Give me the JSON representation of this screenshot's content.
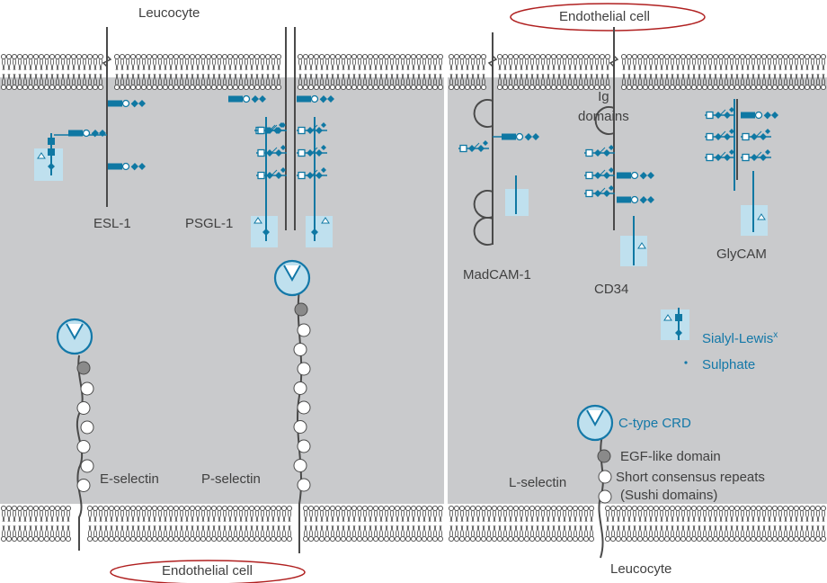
{
  "left_panel": {
    "top_label": "Leucocyte",
    "bottom_label": "Endothelial cell",
    "ligands": [
      "ESL-1",
      "PSGL-1"
    ],
    "selectins": [
      "E-selectin",
      "P-selectin"
    ]
  },
  "right_panel": {
    "top_label": "Endothelial cell",
    "bottom_label": "Leucocyte",
    "ig_domains_label": "Ig\ndomains",
    "ligands": [
      "MadCAM-1",
      "CD34",
      "GlyCAM"
    ],
    "selectin": "L-selectin",
    "legend": {
      "sialyl_lewis": "Sialyl-Lewis",
      "sialyl_lewis_sup": "x",
      "sulphate": "Sulphate",
      "ctype_crd": "C-type CRD",
      "egf_domain": "EGF-like domain",
      "scr_line1": "Short consensus repeats",
      "scr_line2": "(Sushi domains)"
    }
  },
  "colors": {
    "membrane_bg": "#c9cacc",
    "glycan_blue": "#0f78a3",
    "highlight": "#bfe0ee",
    "text_dark": "#404040",
    "ellipse_red": "#b02020",
    "egf_grey": "#8a8a8a"
  }
}
